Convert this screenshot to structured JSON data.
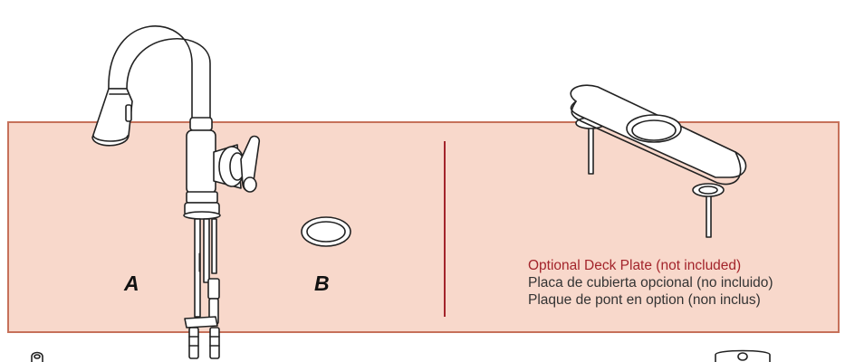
{
  "parts": [
    {
      "id": "A",
      "label": "A"
    },
    {
      "id": "B",
      "label": "B"
    }
  ],
  "optional_part": {
    "title_en": "Optional Deck Plate (not included)",
    "title_es": "Placa de cubierta opcional (no incluido)",
    "title_fr": "Plaque de pont en option (non inclus)"
  },
  "colors": {
    "panel_fill": "#f8d8cb",
    "panel_border": "#c6715a",
    "accent_red": "#a3242b"
  }
}
